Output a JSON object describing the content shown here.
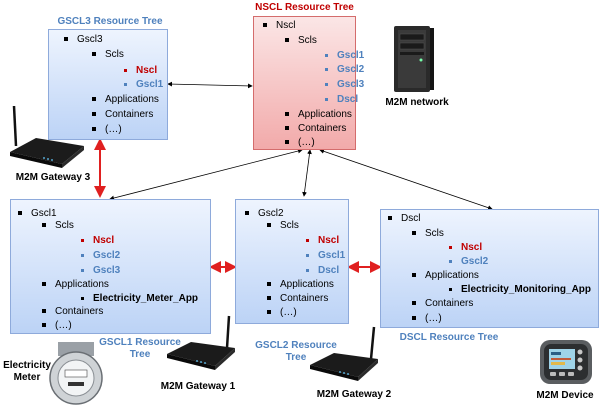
{
  "colors": {
    "accent_blue": "#4f81bd",
    "accent_red": "#c00000",
    "box_blue": "#bcd3f6",
    "box_red": "#f2aaaa",
    "link_red": "#e02020"
  },
  "trees": {
    "nscl": {
      "caption": "NSCL Resource Tree",
      "root": "Nscl",
      "scls": "Scls",
      "scl_children": [
        "Gscl1",
        "Gscl2",
        "Gscl3",
        "Dscl"
      ],
      "applications": "Applications",
      "containers": "Containers",
      "more": "(…)"
    },
    "gscl3": {
      "caption": "GSCL3 Resource  Tree",
      "root": "Gscl3",
      "scls": "Scls",
      "scl_children": [
        "Nscl",
        "Gscl1"
      ],
      "applications": "Applications",
      "containers": "Containers",
      "more": "(…)"
    },
    "gscl1": {
      "caption_line1": "GSCL1 Resource",
      "caption_line2": "Tree",
      "root": "Gscl1",
      "scls": "Scls",
      "scl_children": [
        "Nscl",
        "Gscl2",
        "Gscl3"
      ],
      "applications": "Applications",
      "app_child": "Electricity_Meter_App",
      "containers": "Containers",
      "more": "(…)"
    },
    "gscl2": {
      "caption_line1": "GSCL2 Resource",
      "caption_line2": "Tree",
      "root": "Gscl2",
      "scls": "Scls",
      "scl_children": [
        "Nscl",
        "Gscl1",
        "Dscl"
      ],
      "applications": "Applications",
      "containers": "Containers",
      "more": "(…)"
    },
    "dscl": {
      "caption": "DSCL Resource  Tree",
      "root": "Dscl",
      "scls": "Scls",
      "scl_children": [
        "Nscl",
        "Gscl2"
      ],
      "applications": "Applications",
      "app_child": "Electricity_Monitoring_App",
      "containers": "Containers",
      "more": "(…)"
    }
  },
  "devices": {
    "m2m_network": "M2M network",
    "gateway3": "M2M  Gateway 3",
    "gateway1": "M2M Gateway 1",
    "gateway2": "M2M Gateway 2",
    "m2m_device": "M2M Device",
    "meter_line1": "Electricity",
    "meter_line2": "Meter"
  }
}
